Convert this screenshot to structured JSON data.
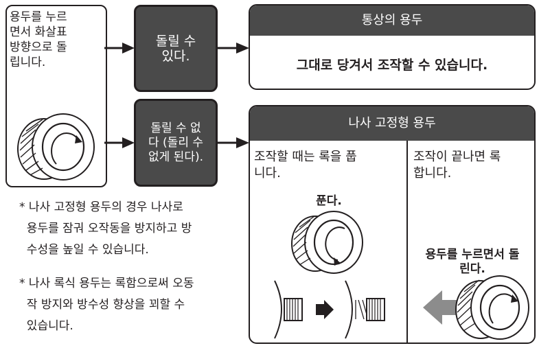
{
  "left_box_text": "용두를 누르\n면서 화살표\n방향으로 돌\n립니다.",
  "box1_text": "돌릴 수\n있다.",
  "box2_text": "돌릴 수 없\n다 (돌리 수\n없게 된다).",
  "normal": {
    "title": "통상의 용두",
    "body": "그대로 당겨서 조작할 수 있습니다."
  },
  "screw": {
    "title": "나사 고정형 용두",
    "left_text": "조작할 때는 록을 풉\n니다.",
    "right_text": "조작이 끝나면 록\n합니다.",
    "unscrew_label": "푼다.",
    "push_turn_label": "용두를 누르면서 돌\n린다."
  },
  "notes": [
    "* 나사 고정형 용두의 경우 나사로\n  용두를 잠궈 오작동을 방지하고 방\n  수성을 높일 수 있습니다.",
    "* 나사 록식 용두는 록함으로써 오동\n  작 방지와 방수성 향상을 꾀할 수\n  있습니다."
  ],
  "colors": {
    "dark_fill": "#4a4a4a",
    "outline": "#231f20",
    "arrow_gray": "#8c8c8c"
  }
}
